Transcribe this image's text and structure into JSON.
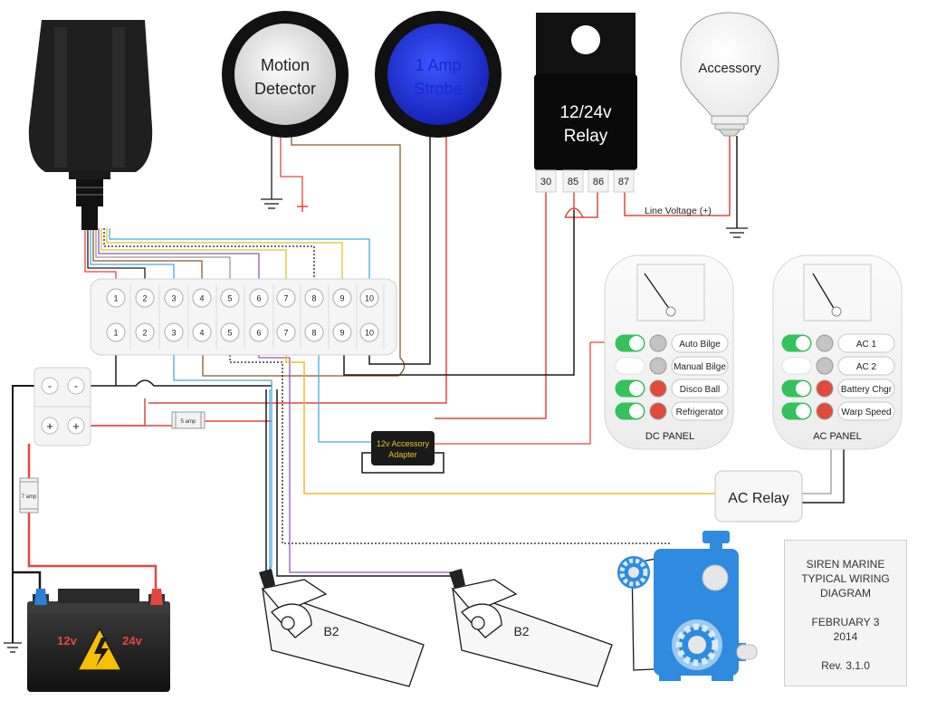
{
  "devices": {
    "motion_detector": {
      "line1": "Motion",
      "line2": "Detector"
    },
    "strobe": {
      "line1": "1 Amp",
      "line2": "Strobe"
    },
    "relay": {
      "line1": "12/24v",
      "line2": "Relay",
      "pins": [
        "30",
        "85",
        "86",
        "87"
      ]
    },
    "accessory": {
      "label": "Accessory"
    },
    "line_voltage": "Line Voltage (+)",
    "ac_relay": "AC Relay",
    "accessory_adapter": {
      "line1": "12v Accessory",
      "line2": "Adapter"
    },
    "fuse_small": "5 amp",
    "fuse_battery": "7 amp",
    "bilge_switch_1": "B2",
    "bilge_switch_2": "B2",
    "battery": {
      "left": "12v",
      "right": "24v"
    }
  },
  "terminal_block": {
    "top_row": [
      "1",
      "2",
      "3",
      "4",
      "5",
      "6",
      "7",
      "8",
      "9",
      "10"
    ],
    "bottom_row": [
      "1",
      "2",
      "3",
      "4",
      "5",
      "6",
      "7",
      "8",
      "9",
      "10"
    ]
  },
  "bus_bar": {
    "negative": "-",
    "positive": "+"
  },
  "dc_panel": {
    "title": "DC PANEL",
    "switches": [
      {
        "label": "Auto Bilge",
        "on": true,
        "led": "gray"
      },
      {
        "label": "Manual Bilge",
        "on": false,
        "led": "gray"
      },
      {
        "label": "Disco Ball",
        "on": true,
        "led": "red"
      },
      {
        "label": "Refrigerator",
        "on": true,
        "led": "red"
      }
    ]
  },
  "ac_panel": {
    "title": "AC PANEL",
    "switches": [
      {
        "label": "AC 1",
        "on": true,
        "led": "gray"
      },
      {
        "label": "AC 2",
        "on": false,
        "led": "gray"
      },
      {
        "label": "Battery Chgr",
        "on": true,
        "led": "red"
      },
      {
        "label": "Warp Speed",
        "on": true,
        "led": "red"
      }
    ]
  },
  "title_block": {
    "line1": "SIREN MARINE",
    "line2": "TYPICAL WIRING",
    "line3": "DIAGRAM",
    "date": "FEBRUARY 3",
    "year": "2014",
    "rev": "Rev. 3.1.0"
  },
  "colors": {
    "red_wire": "#e2473f",
    "black_wire": "#1a1a1a",
    "brown_wire": "#8b5a2b",
    "yellow_wire": "#e8c12a",
    "blue_wire": "#4aa7d8",
    "purple_wire": "#8e5bb5",
    "gray_wire": "#999999",
    "switch_green": "#35c25a",
    "led_red": "#e24a3a",
    "strobe_blue": "#2038e0",
    "pump_blue": "#2f8be0"
  }
}
